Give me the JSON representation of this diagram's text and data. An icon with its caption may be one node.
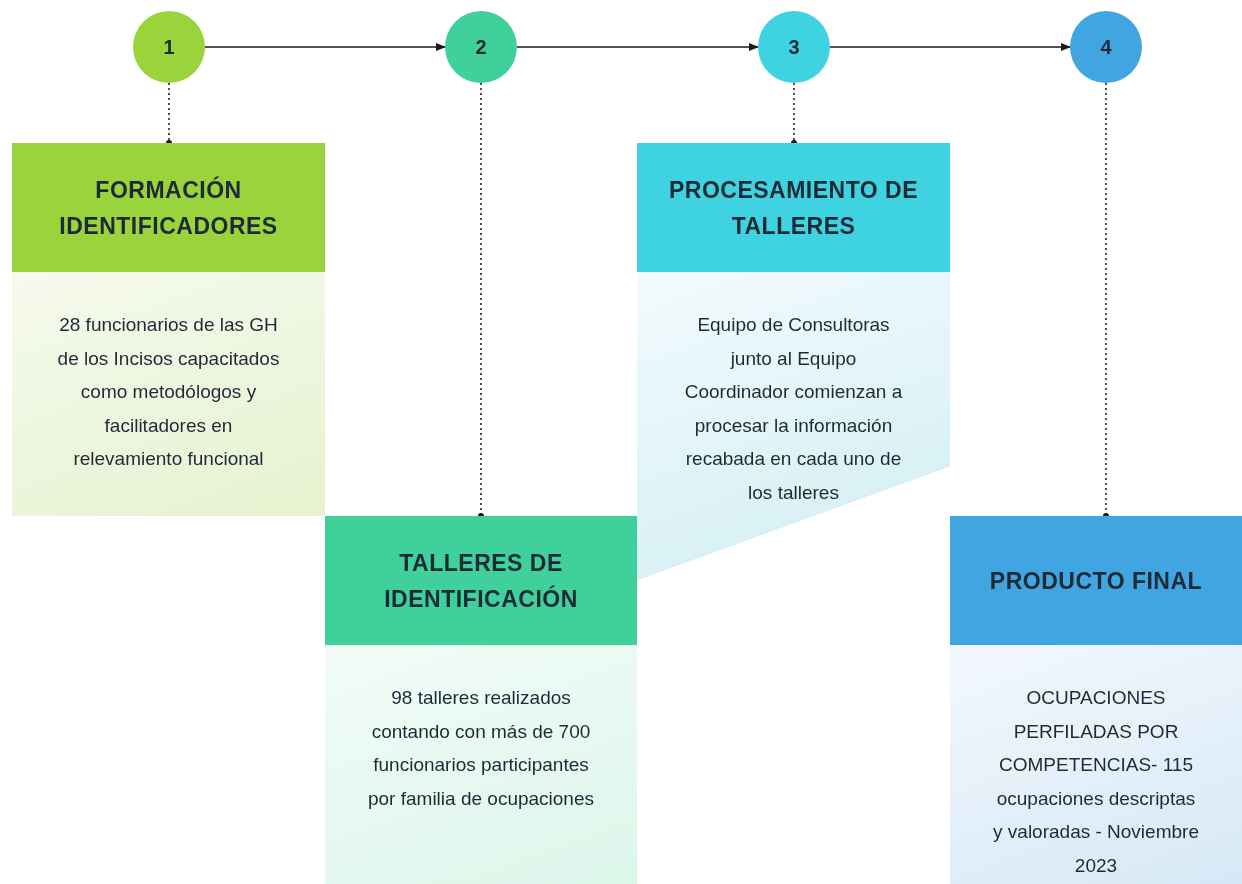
{
  "diagram": {
    "nodes": [
      {
        "text": [
          "1"
        ]
      },
      {
        "text": [
          "2"
        ]
      },
      {
        "text": [
          "3"
        ]
      },
      {
        "text": [
          "4"
        ]
      },
      {
        "text": [
          "FORMACIÓN IDENTIFICADORES",
          "28 funcionarios de las GH de los Incisos capacitados como metodólogos y facilitadores en relevamiento funcional"
        ]
      },
      {
        "text": [
          "TALLERES DE IDENTIFICACIÓN",
          "98 talleres realizados contando con más de 700 funcionarios participantes por familia de ocupaciones"
        ]
      },
      {
        "text": [
          "PROCESAMIENTO DE TALLERES",
          "Equipo de Consultoras junto al Equipo Coordinador comienzan a procesar la información recabada en cada uno de los talleres"
        ]
      },
      {
        "text": [
          "PRODUCTO FINAL",
          "OCUPACIONES PERFILADAS POR COMPETENCIAS- 115 ocupaciones descriptas y valoradas - Noviembre 2023"
        ]
      }
    ],
    "edges": [
      {
        "from": 0,
        "to": 1,
        "arrow": "to"
      },
      {
        "from": 1,
        "to": 2,
        "arrow": "to"
      },
      {
        "from": 2,
        "to": 3,
        "arrow": "to"
      },
      {
        "from": 0,
        "to": 4,
        "arrow": "other",
        "style": "dashed"
      },
      {
        "from": 1,
        "to": 5,
        "arrow": "other",
        "style": "dashed"
      },
      {
        "from": 2,
        "to": 6,
        "arrow": "other",
        "style": "dashed"
      },
      {
        "from": 3,
        "to": 7,
        "arrow": "other",
        "style": "dashed"
      }
    ]
  }
}
